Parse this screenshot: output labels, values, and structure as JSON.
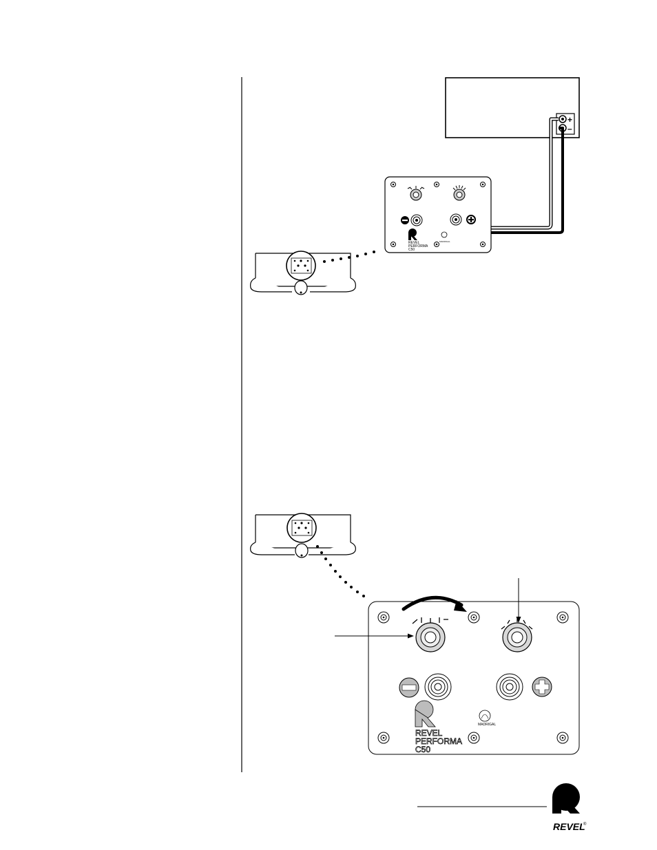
{
  "amplifier": {
    "plus_symbol": "+",
    "minus_symbol": "–"
  },
  "small_panel": {
    "brand_lines": [
      "REVEL",
      "PERFORMA",
      "C50"
    ],
    "badge_text": "MADRIGAL"
  },
  "large_panel": {
    "brand_lines": [
      "REVEL",
      "PERFORMA",
      "C50"
    ],
    "badge_text": "MADRIGAL"
  },
  "footer_logo": {
    "text": "REVEL",
    "mark": "®"
  }
}
